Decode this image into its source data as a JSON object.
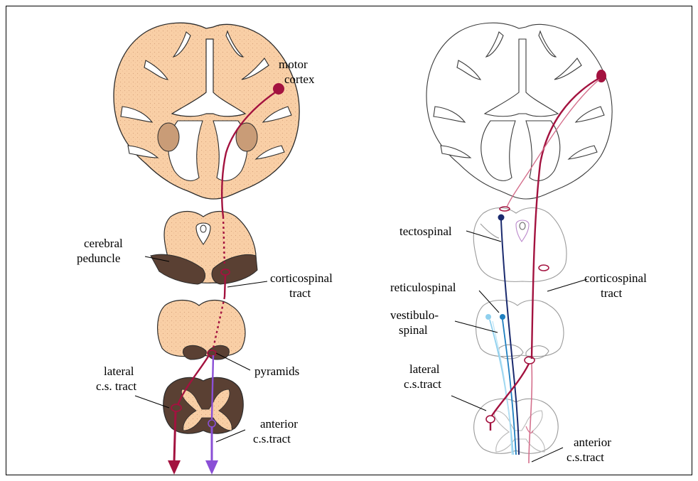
{
  "left_panel": {
    "labels": {
      "motor_cortex_1": "motor",
      "motor_cortex_2": "cortex",
      "cerebral_peduncle_1": "cerebral",
      "cerebral_peduncle_2": "peduncle",
      "corticospinal_1": "corticospinal",
      "corticospinal_2": "tract",
      "pyramids": "pyramids",
      "lateral_cs_1": "lateral",
      "lateral_cs_2": "c.s. tract",
      "anterior_cs_1": "anterior",
      "anterior_cs_2": "c.s.tract"
    }
  },
  "right_panel": {
    "labels": {
      "tectospinal": "tectospinal",
      "reticulospinal": "reticulospinal",
      "vestibulospinal_1": "vestibulo-",
      "vestibulospinal_2": "spinal",
      "corticospinal_1": "corticospinal",
      "corticospinal_2": "tract",
      "lateral_cs_1": "lateral",
      "lateral_cs_2": "c.s.tract",
      "anterior_cs_1": "anterior",
      "anterior_cs_2": "c.s.tract"
    }
  },
  "colors": {
    "tissue": "#f9cfa6",
    "white_matter": "#ffffff",
    "dark_tract": "#5a4033",
    "basal_ganglia": "#c99c77",
    "corticospinal": "#a3123f",
    "anterior_cs": "#8a4fd6",
    "tectospinal": "#1a2a6e",
    "reticulospinal": "#1f7fc0",
    "vestibulospinal": "#8fd0ee",
    "outline": "#2b2b2b"
  }
}
